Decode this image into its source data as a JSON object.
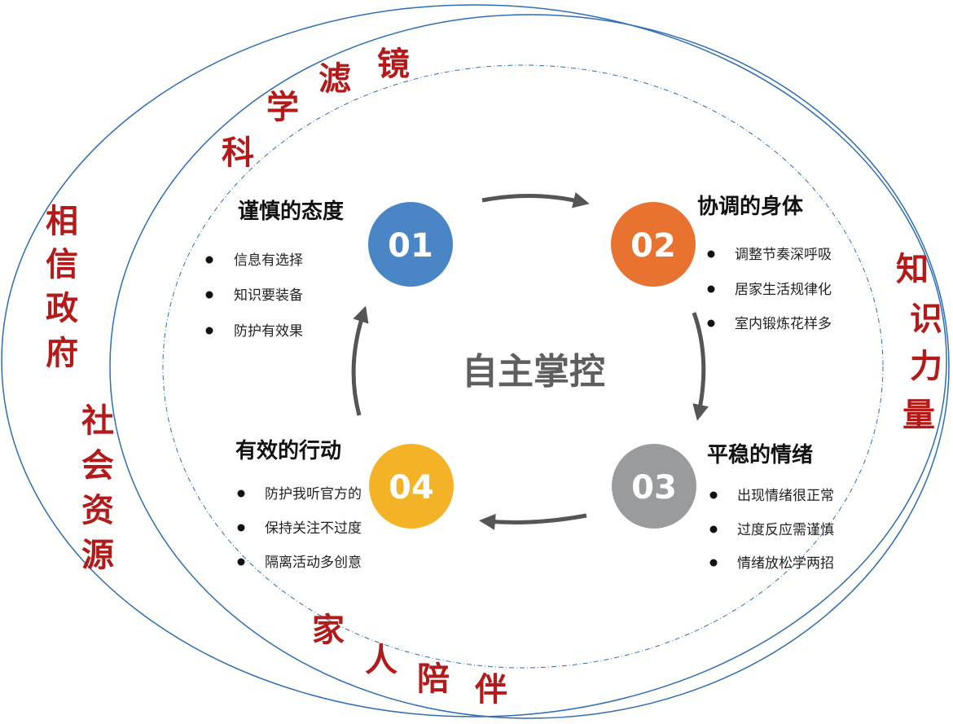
{
  "center_title": "自主掌控",
  "outer_labels": {
    "left": [
      "相",
      "信",
      "政",
      "府"
    ],
    "left_lower": [
      "社",
      "会",
      "资",
      "源"
    ],
    "top": [
      "科",
      "学",
      "滤",
      "镜"
    ],
    "right": [
      "知",
      "识",
      "力",
      "量"
    ],
    "bottom": [
      "家",
      "人",
      "陪",
      "伴"
    ]
  },
  "stages": [
    {
      "number": "01",
      "title": "谨慎的态度",
      "color": "#4a86c5",
      "items": [
        "信息有选择",
        "知识要装备",
        "防护有效果"
      ]
    },
    {
      "number": "02",
      "title": "协调的身体",
      "color": "#e87331",
      "items": [
        "调整节奏深呼吸",
        "居家生活规律化",
        "室内锻炼花样多"
      ]
    },
    {
      "number": "03",
      "title": "平稳的情绪",
      "color": "#9a9b9d",
      "items": [
        "出现情绪很正常",
        "过度反应需谨慎",
        "情绪放松学两招"
      ]
    },
    {
      "number": "04",
      "title": "有效的行动",
      "color": "#f4b326",
      "items": [
        "防护我听官方的",
        "保持关注不过度",
        "隔离活动多创意"
      ]
    }
  ],
  "colors": {
    "outer_ring": "#2e6db3",
    "label_red": "#b31b1b",
    "arrow": "#555555"
  }
}
